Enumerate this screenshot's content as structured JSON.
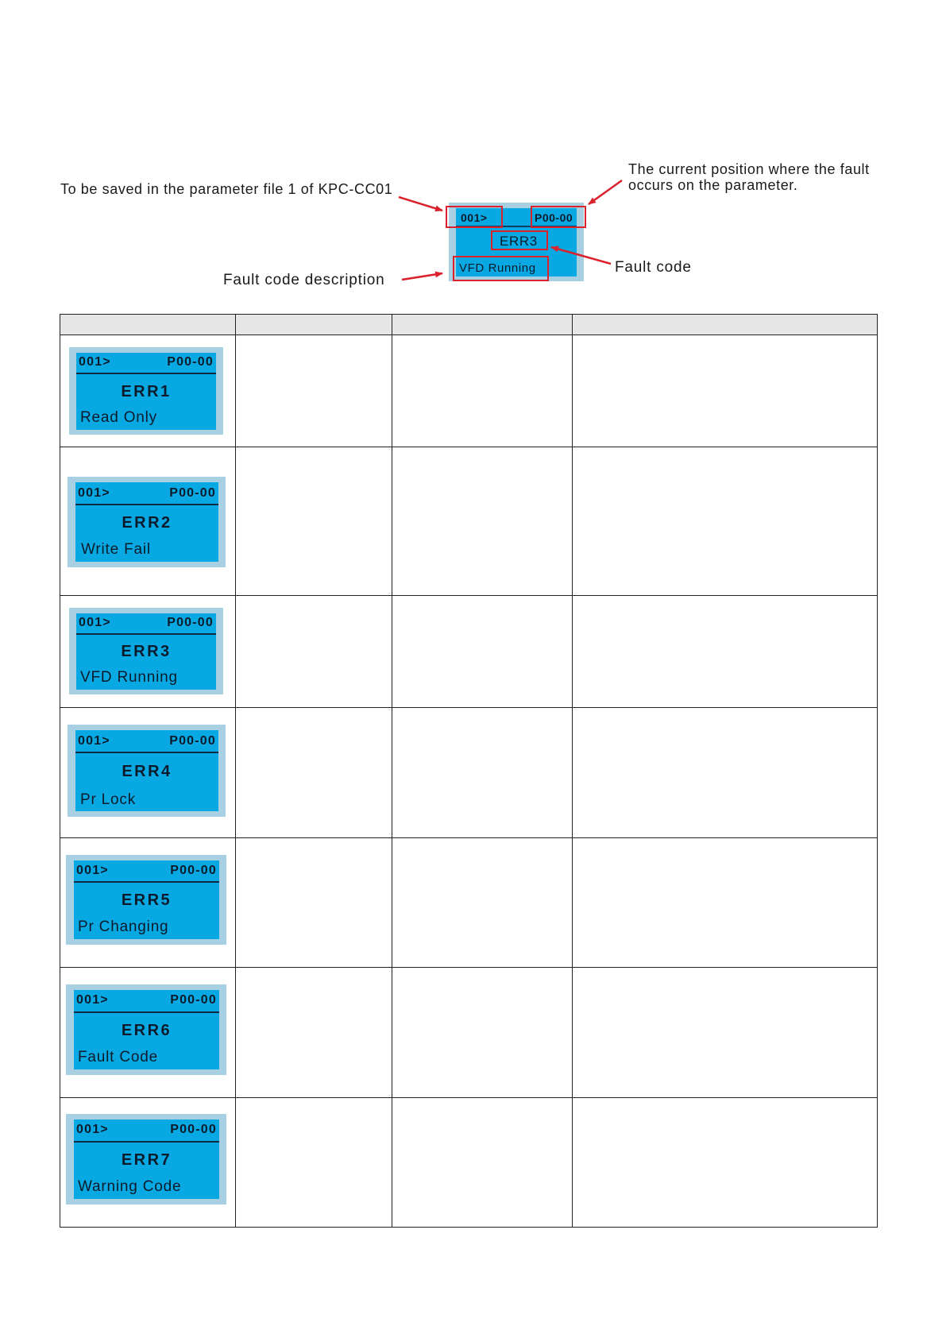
{
  "annotations": {
    "parameter_file": "To be saved in the parameter file 1 of KPC-CC01",
    "current_position_line1": "The current position where the fault",
    "current_position_line2": "occurs on the parameter.",
    "fault_code": "Fault code",
    "fault_code_description": "Fault code description"
  },
  "example_display": {
    "file_index": "001>",
    "parameter": "P00-00",
    "error": "ERR3",
    "description": "VFD Running"
  },
  "colors": {
    "lcd_screen": "#08a9e3",
    "lcd_frame": "#a9cfe3",
    "highlight": "#d9222c",
    "table_header": "#e6e6e6"
  },
  "table": {
    "headers": [
      "",
      "",
      "",
      ""
    ],
    "rows": [
      {
        "file_index": "001>",
        "parameter": "P00-00",
        "error": "ERR1",
        "description": "Read Only"
      },
      {
        "file_index": "001>",
        "parameter": "P00-00",
        "error": "ERR2",
        "description": "Write Fail"
      },
      {
        "file_index": "001>",
        "parameter": "P00-00",
        "error": "ERR3",
        "description": "VFD Running"
      },
      {
        "file_index": "001>",
        "parameter": "P00-00",
        "error": "ERR4",
        "description": "Pr Lock"
      },
      {
        "file_index": "001>",
        "parameter": "P00-00",
        "error": "ERR5",
        "description": "Pr Changing"
      },
      {
        "file_index": "001>",
        "parameter": "P00-00",
        "error": "ERR6",
        "description": "Fault Code"
      },
      {
        "file_index": "001>",
        "parameter": "P00-00",
        "error": "ERR7",
        "description": "Warning Code"
      }
    ]
  }
}
